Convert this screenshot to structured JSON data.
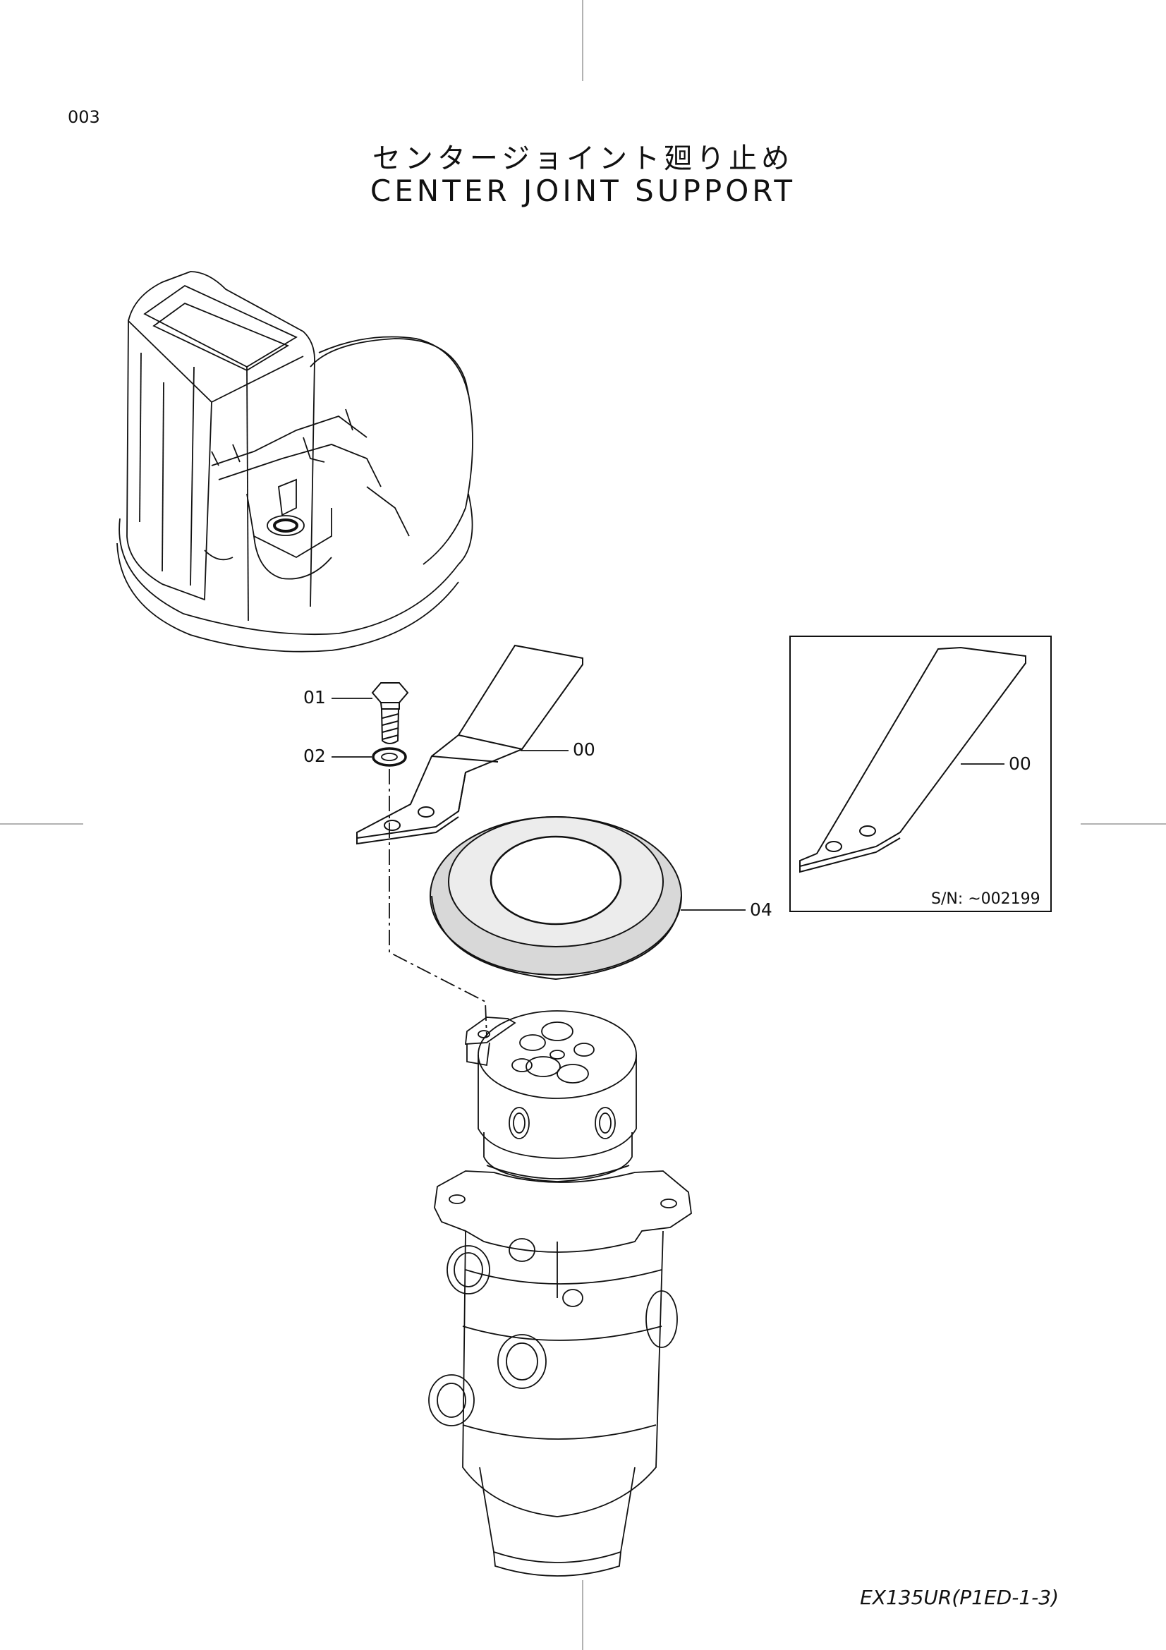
{
  "page_number": "003",
  "title_jp": "センタージョイント廻り止め",
  "title_en": "CENTER JOINT SUPPORT",
  "callouts": {
    "c01": "01",
    "c02": "02",
    "c00": "00",
    "c04": "04",
    "c00_inset": "00"
  },
  "inset": {
    "serial": "S/N: ~002199"
  },
  "footer": "EX135UR(P1ED-1-3)"
}
